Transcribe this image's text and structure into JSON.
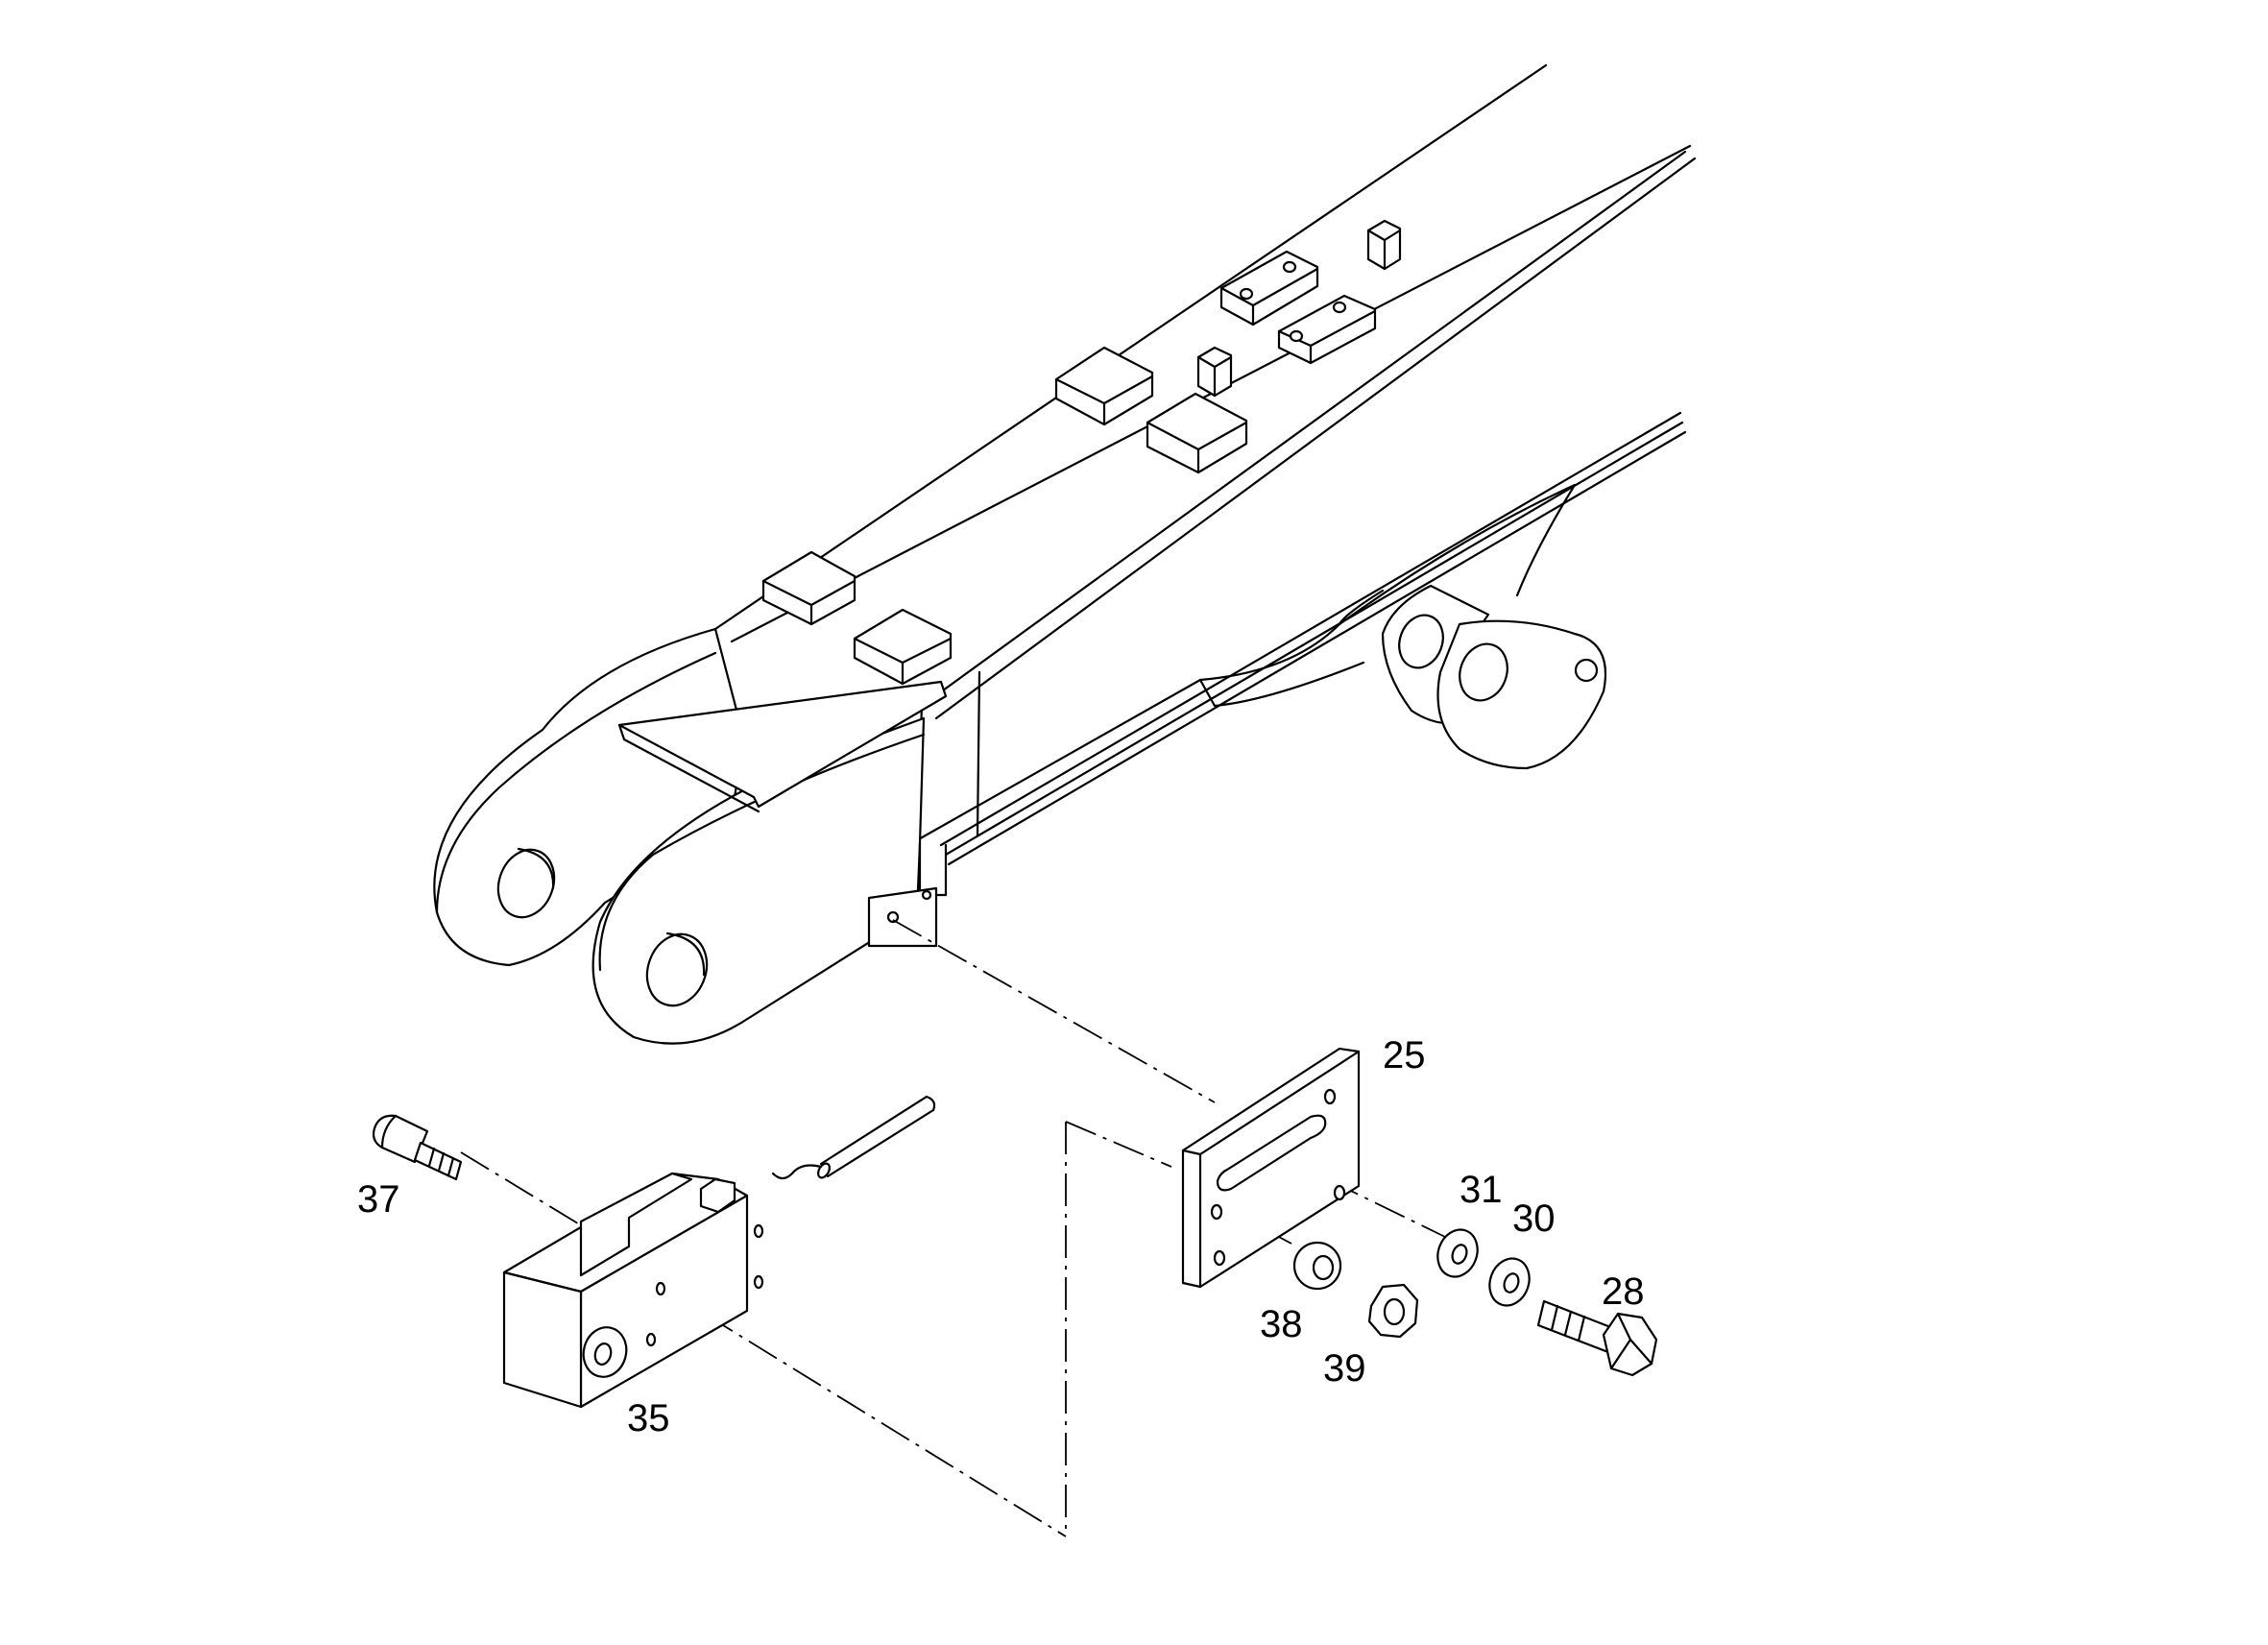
{
  "callouts": {
    "c25": "25",
    "c31": "31",
    "c30": "30",
    "c28": "28",
    "c37": "37",
    "c38": "38",
    "c39": "39",
    "c35": "35"
  }
}
